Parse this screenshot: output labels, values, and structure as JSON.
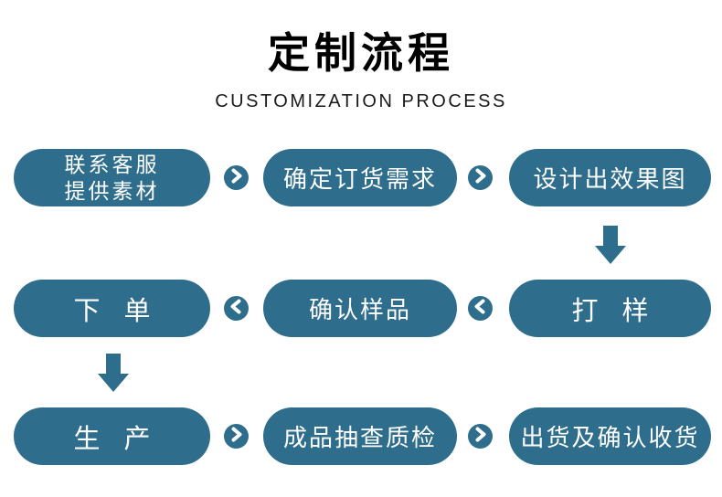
{
  "header": {
    "title": "定制流程",
    "subtitle": "CUSTOMIZATION PROCESS"
  },
  "colors": {
    "pill": "#2e6d8c",
    "pill_text": "#ffffff",
    "title": "#000000",
    "subtitle": "#1a1a1a",
    "background": "#ffffff"
  },
  "icons": {
    "forward": "chevron-right-circle",
    "backward": "chevron-left-circle",
    "down": "block-arrow-down"
  },
  "flow": {
    "steps": [
      {
        "lines": [
          "联系客服",
          "提供素材"
        ]
      },
      {
        "label": "确定订货需求"
      },
      {
        "label": "设计出效果图"
      },
      {
        "label": "下 单"
      },
      {
        "label": "确认样品"
      },
      {
        "label": "打 样"
      },
      {
        "label": "生 产"
      },
      {
        "label": "成品抽查质检"
      },
      {
        "label": "出货及确认收货"
      }
    ]
  }
}
